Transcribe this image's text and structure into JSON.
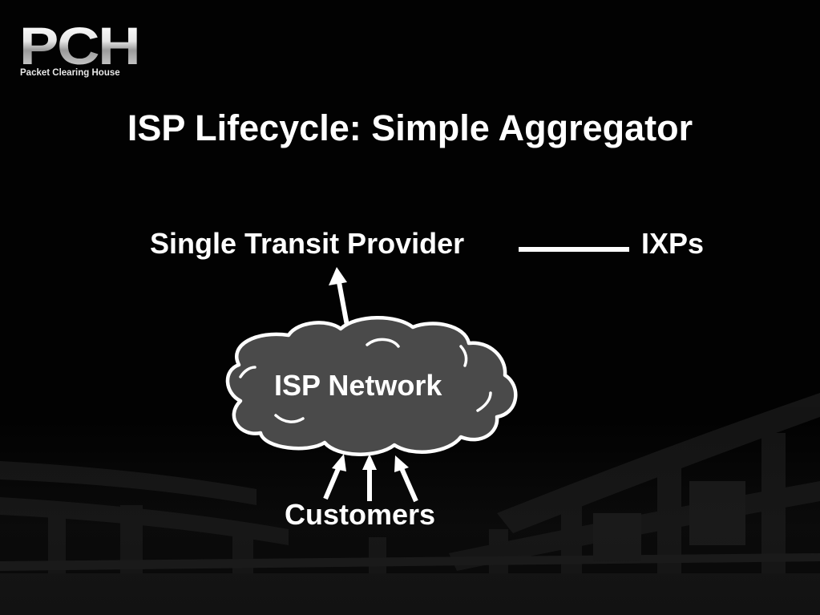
{
  "slide": {
    "logo": {
      "letters": "PCH",
      "subtitle": "Packet Clearing House"
    },
    "title": "ISP Lifecycle: Simple Aggregator"
  },
  "diagram": {
    "nodes": {
      "provider": "Single Transit Provider",
      "ixps": "IXPs",
      "network": "ISP Network",
      "customers": "Customers"
    },
    "colors": {
      "background": "#020202",
      "cloud_fill": "#4a4a4a",
      "cloud_stroke": "#ffffff",
      "text": "#ffffff"
    }
  }
}
